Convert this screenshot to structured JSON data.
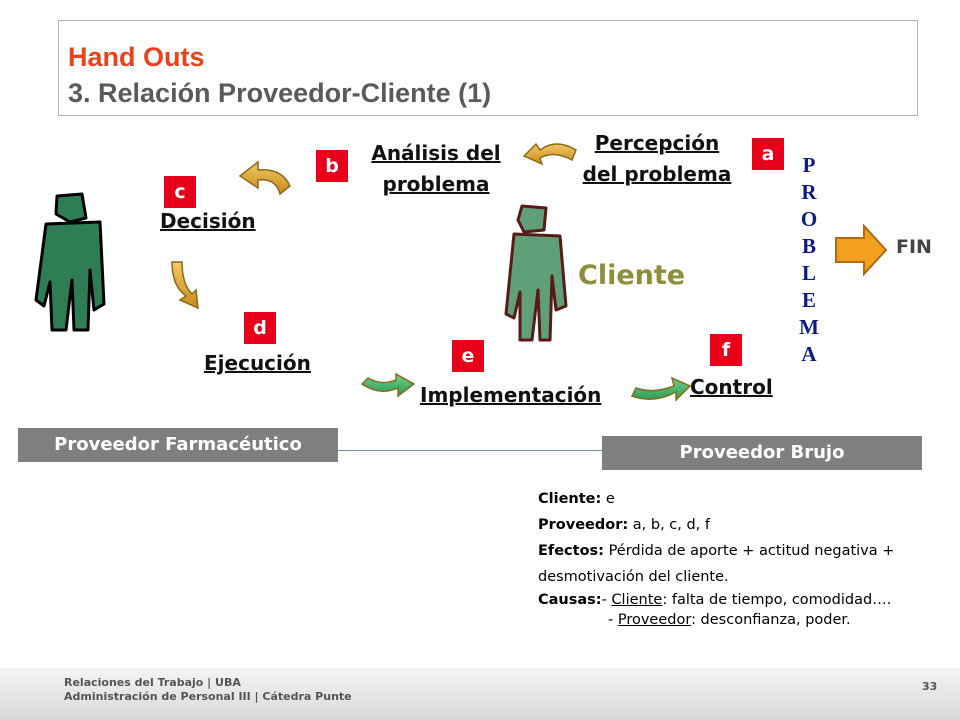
{
  "title": {
    "line1": "Hand Outs",
    "line2": "3. Relación Proveedor-Cliente (1)"
  },
  "stages": {
    "a": {
      "badge": "a",
      "line1": "Percepción",
      "line2": "del problema"
    },
    "b": {
      "badge": "b",
      "line1": "Análisis del",
      "line2": "problema"
    },
    "c": {
      "badge": "c",
      "label": "Decisión"
    },
    "d": {
      "badge": "d",
      "label": "Ejecución"
    },
    "e": {
      "badge": "e",
      "label": "Implementación"
    },
    "f": {
      "badge": "f",
      "label": "Control"
    }
  },
  "problema_letters": [
    "P",
    "R",
    "O",
    "B",
    "L",
    "E",
    "M",
    "A"
  ],
  "fin": "FIN",
  "cliente_label": "Cliente",
  "bars": {
    "left": "Proveedor Farmacéutico",
    "right": "Proveedor Brujo"
  },
  "notes": {
    "cliente_key": "Cliente:",
    "cliente_val": " e",
    "proveedor_key": "Proveedor:",
    "proveedor_val": " a, b, c, d, f",
    "efectos_key": "Efectos:",
    "efectos_val": " Pérdida de aporte + actitud negativa +",
    "efectos_val2": "desmotivación del cliente.",
    "causas_key": "Causas:",
    "causas_dash1": "- ",
    "causas_u1": "Cliente",
    "causas_val1": ": falta de tiempo, comodidad….",
    "causas_dash2": "- ",
    "causas_u2": "Proveedor",
    "causas_val2": ": desconfianza, poder."
  },
  "footer": {
    "line1": "Relaciones del Trabajo | UBA",
    "line2": "Administración de Personal III | Cátedra Punte",
    "page": "33"
  },
  "colors": {
    "title": "#e8431c",
    "badge": "#e8001a",
    "figure": "#2e7d55",
    "arrow": "#d9a63a",
    "problema": "#0b1a8a"
  }
}
